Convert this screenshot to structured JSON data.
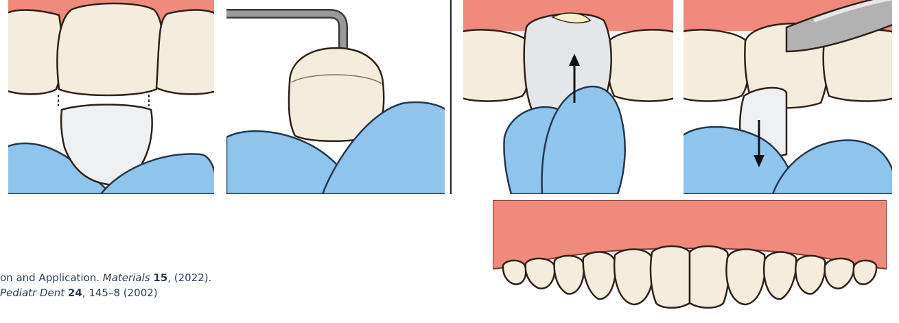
{
  "colors": {
    "gum": "#f08a7c",
    "tooth": "#f4ecdc",
    "tooth_outline": "#2e2018",
    "glove": "#8fc4ec",
    "glove_outline": "#21384e",
    "crown": "#eef0f2",
    "instrument": "#9a9a9a",
    "caption_text": "#2a3a57"
  },
  "icons": [
    "tooth-icon",
    "glove-icon",
    "probe-icon",
    "scissors-icon",
    "arrow-up-icon",
    "arrow-down-icon"
  ],
  "captions": {
    "line1": {
      "prefix": "on and Application. ",
      "journal": "Materials",
      "volume": "15",
      "suffix": ", (2022)."
    },
    "line2": {
      "journal": "Pediatr Dent",
      "volume": "24",
      "suffix": ", 145–8 (2002)"
    }
  }
}
